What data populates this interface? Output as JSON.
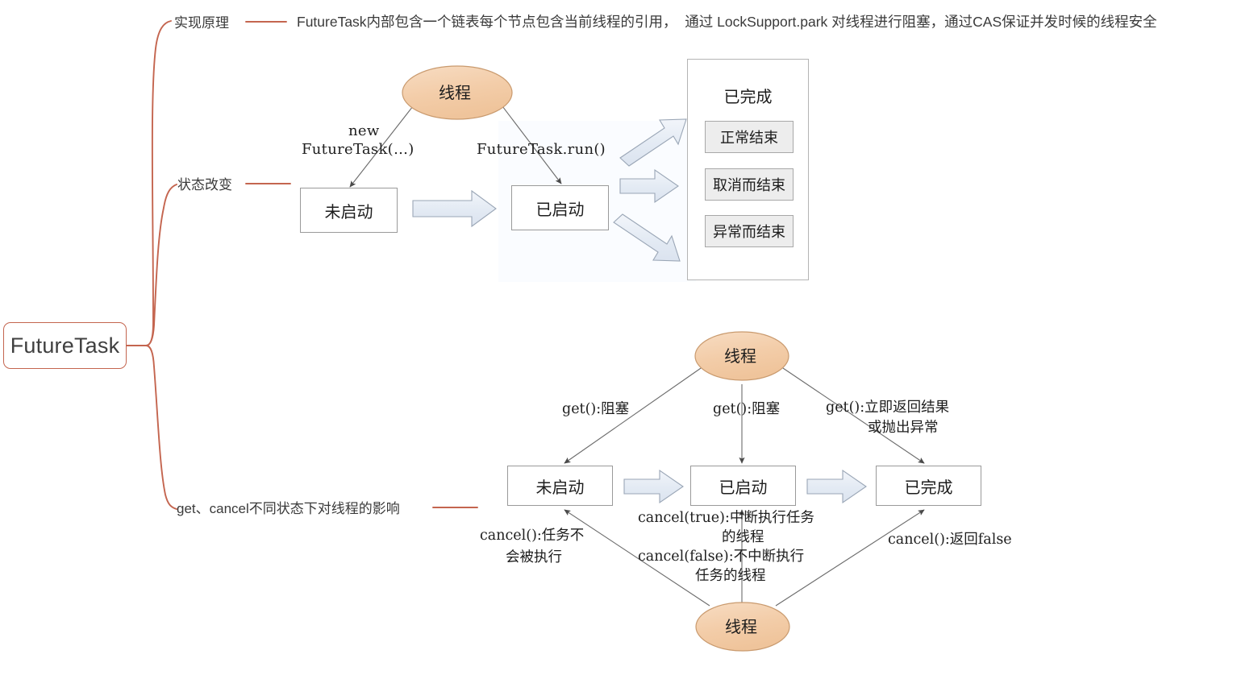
{
  "mindmap": {
    "root": {
      "label": "FutureTask"
    },
    "branches": [
      {
        "label": "实现原理",
        "leaf": "FutureTask内部包含一个链表每个节点包含当前线程的引用，  通过 LockSupport.park 对线程进行阻塞，通过CAS保证并发时候的线程安全"
      },
      {
        "label": "状态改变"
      },
      {
        "label": "get、cancel不同状态下对线程的影响"
      }
    ],
    "accent_color": "#c4654f"
  },
  "diagram_state_change": {
    "thread_node": "线程",
    "edges": [
      {
        "line1": "new",
        "line2": "FutureTask(…)"
      },
      {
        "line1": "FutureTask.run()"
      }
    ],
    "states": [
      {
        "label": "未启动"
      },
      {
        "label": "已启动"
      }
    ],
    "completed_panel": {
      "title": "已完成",
      "items": [
        "正常结束",
        "取消而结束",
        "异常而结束"
      ]
    }
  },
  "diagram_get_cancel": {
    "thread_node_top": "线程",
    "thread_node_bottom": "线程",
    "get_labels": [
      {
        "line1": "get():阻塞"
      },
      {
        "line1": "get():阻塞"
      },
      {
        "line1": "get():立即返回结果",
        "line2": "或抛出异常"
      }
    ],
    "states": [
      {
        "label": "未启动"
      },
      {
        "label": "已启动"
      },
      {
        "label": "已完成"
      }
    ],
    "cancel_labels": [
      {
        "line1": "cancel():任务不",
        "line2": "会被执行"
      },
      {
        "line1": "cancel(true):中断执行任务",
        "line2": "的线程"
      },
      {
        "line1": "cancel(false):不中断执行",
        "line2": "任务的线程"
      },
      {
        "line1": "cancel():返回false"
      }
    ]
  },
  "colors": {
    "ellipse_fill": "#f3cda9",
    "ellipse_stroke": "#c99a6e",
    "block_arrow_fill": "#e4ebf4",
    "block_arrow_stroke": "#9aa6b6",
    "box_stroke": "#9a9a9a",
    "thin_arrow": "#6b6b6b",
    "accent": "#c4654f"
  }
}
